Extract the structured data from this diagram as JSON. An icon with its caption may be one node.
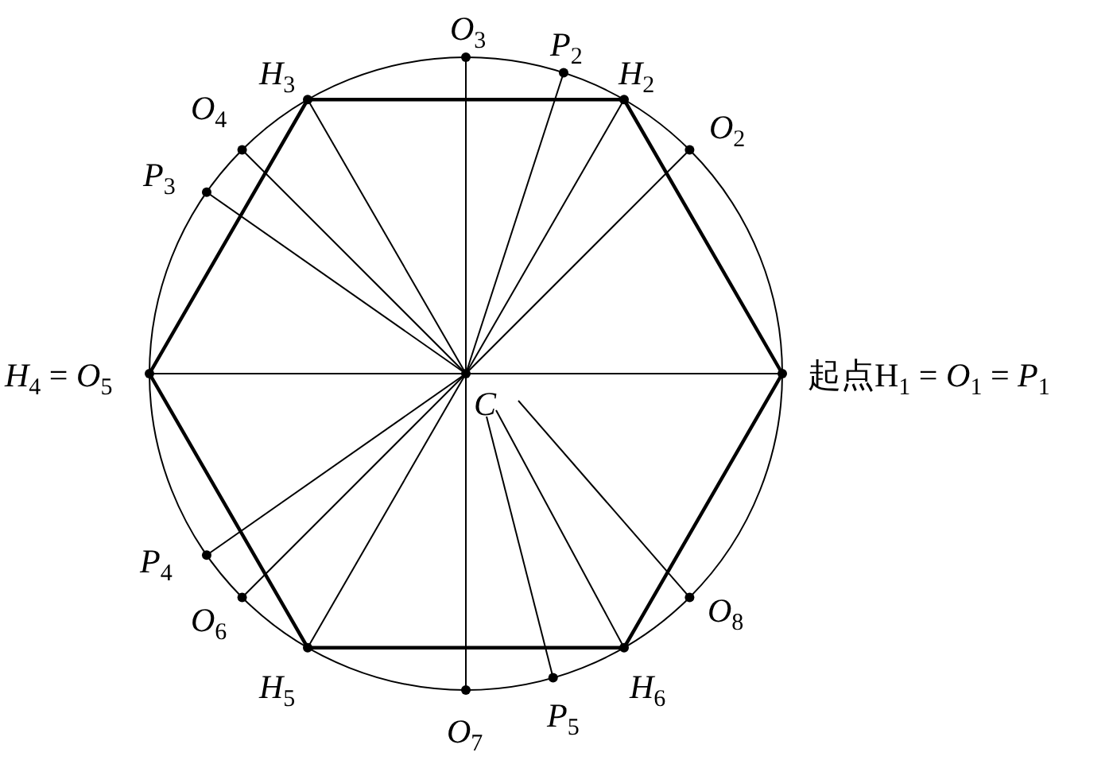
{
  "diagram": {
    "labels": [
      "*O*$_{3}$",
      "*P*$_{2}$",
      "*H*$_{3}$",
      "*H*$_{2}$",
      "*O*$_{4}$",
      "*O*$_{2}$",
      "*P*$_{3}$",
      "*H*$_{4}$ = *O*$_{5}$",
      "*C*",
      "起点H$_{1}$ = *O*$_{1}$ = *P*$_{1}$",
      "*P*$_{4}$",
      "*O*$_{8}$",
      "*O*$_{6}$",
      "*H*$_{5}$",
      "*H*$_{6}$",
      "*P*$_{5}$",
      "*O*$_{7}$"
    ]
  }
}
